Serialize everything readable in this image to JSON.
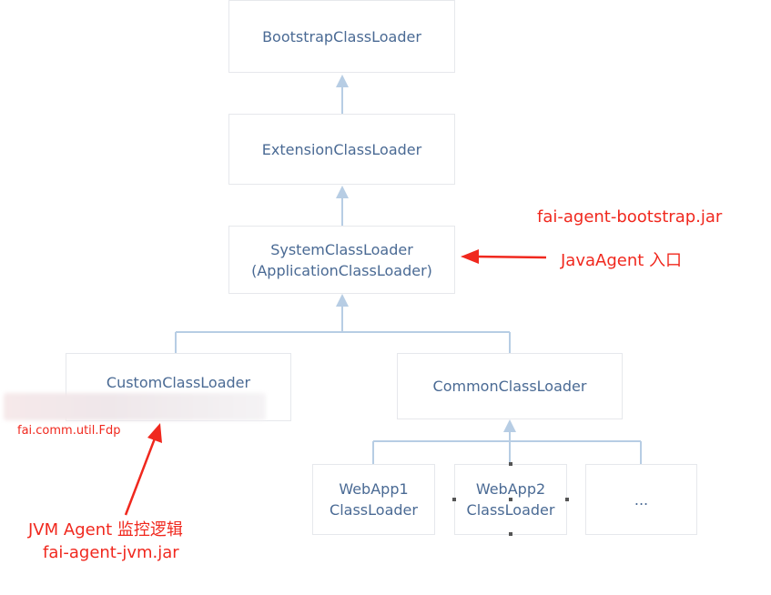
{
  "boxes": {
    "bootstrap": [
      "BootstrapClassLoader"
    ],
    "extension": [
      "ExtensionClassLoader"
    ],
    "system": [
      "SystemClassLoader",
      "(ApplicationClassLoader)"
    ],
    "custom": [
      "CustomClassLoader"
    ],
    "common": [
      "CommonClassLoader"
    ],
    "webapp1": [
      "WebApp1",
      "ClassLoader"
    ],
    "webapp2": [
      "WebApp2",
      "ClassLoader"
    ],
    "more": [
      "..."
    ]
  },
  "annotations": {
    "bootstrap_jar": "fai-agent-bootstrap.jar",
    "javaagent_entry": "JavaAgent 入口",
    "fdp_class": "fai.comm.util.Fdp",
    "jvm_agent_logic": "JVM Agent 监控逻辑",
    "jvm_jar": "fai-agent-jvm.jar"
  },
  "colors": {
    "box_text": "#4a6a94",
    "box_border": "#e6e8ec",
    "connector": "#b7cde4",
    "annotation_red": "#f0281e"
  }
}
